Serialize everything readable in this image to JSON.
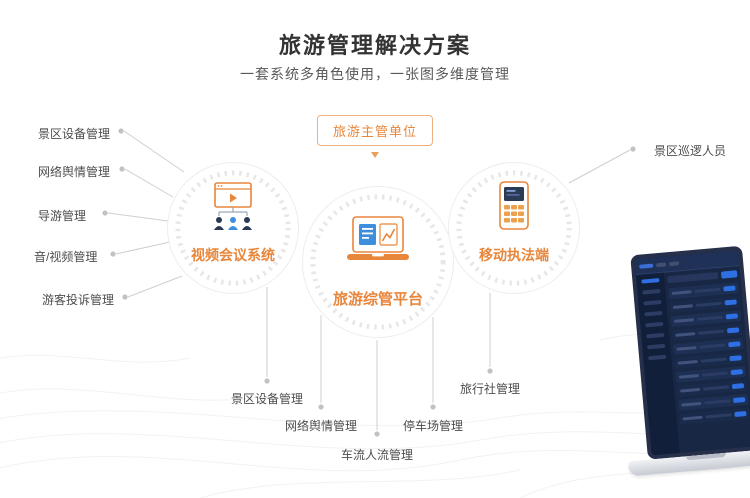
{
  "header": {
    "title": "旅游管理解决方案",
    "subtitle": "一套系统多角色使用，一张图多维度管理"
  },
  "top_box": {
    "label": "旅游主管单位"
  },
  "nodes": [
    {
      "id": "video-conference",
      "label": "视频会议系统",
      "icon": "video-conference-icon"
    },
    {
      "id": "tourism-platform",
      "label": "旅游综管平台",
      "icon": "laptop-chart-icon"
    },
    {
      "id": "mobile-enforcement",
      "label": "移动执法端",
      "icon": "mobile-terminal-icon"
    }
  ],
  "left_labels": [
    "景区设备管理",
    "网络舆情管理",
    "导游管理",
    "音/视频管理",
    "游客投诉管理"
  ],
  "right_labels": [
    "景区巡逻人员"
  ],
  "bottom_labels": [
    "景区设备管理",
    "网络舆情管理",
    "车流人流管理",
    "停车场管理",
    "旅行社管理"
  ],
  "colors": {
    "accent": "#E8863B",
    "title_text": "#333333",
    "label_text": "#4D4D4D",
    "connector": "#CBCBCB",
    "circle_ring": "#E7E7E7",
    "icon_navy": "#2B3A55",
    "icon_blue": "#3E8EDE",
    "laptop_screen": "#182744"
  }
}
